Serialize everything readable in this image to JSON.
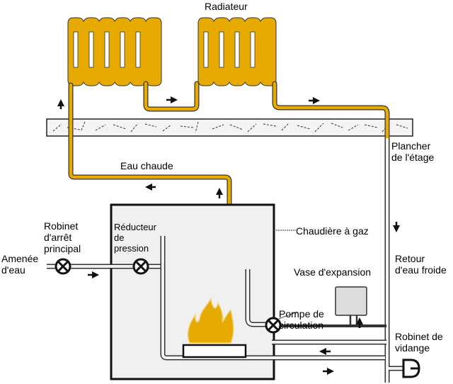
{
  "diagram": {
    "title": "Chauffage central à eau chaude",
    "colors": {
      "hot_water": "#e6aa00",
      "cold_pipe": "#f2f2f2",
      "boiler_fill": "#f0f0f0",
      "outline": "#111111",
      "floor": "#f4f4f4",
      "expansion_tank": "#dddddd",
      "flame": "#e6aa00"
    },
    "labels": {
      "radiator": "Radiateur",
      "floor": "Plancher\nde l'étage",
      "hot_water": "Eau chaude",
      "main_valve": "Robinet\nd'arrêt\nprincipal",
      "pressure_reducer": "Réducteur\nde\npression",
      "water_inlet": "Amenée\nd'eau",
      "boiler": "Chaudière à gaz",
      "expansion_tank": "Vase d'expansion",
      "cold_return": "Retour\nd'eau froide",
      "pump": "Pompe de\ncirculation",
      "drain_valve": "Robinet de\nvidange"
    },
    "flow_arrows": [
      {
        "where": "left riser",
        "direction": "up"
      },
      {
        "where": "between radiators",
        "direction": "right"
      },
      {
        "where": "after second radiator",
        "direction": "right"
      },
      {
        "where": "hot water pipe",
        "direction": "left"
      },
      {
        "where": "boiler outlet",
        "direction": "up"
      },
      {
        "where": "cold return riser",
        "direction": "down"
      },
      {
        "where": "inlet pipe",
        "direction": "right"
      },
      {
        "where": "expansion tank pipe",
        "direction": "up"
      },
      {
        "where": "return to pump",
        "direction": "left"
      },
      {
        "where": "bottom supply",
        "direction": "right"
      }
    ]
  }
}
